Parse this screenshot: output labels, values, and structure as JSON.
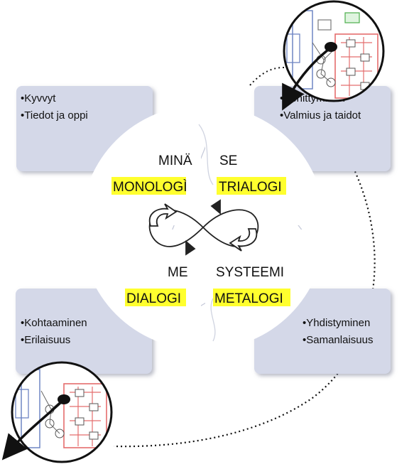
{
  "colors": {
    "box_fill": "#d4d8e8",
    "box_shadow": "#b9bdd0",
    "highlight": "#ffff2e",
    "circle_fill": "#ffffff",
    "arrow": "#111111",
    "ink": "#111111"
  },
  "boxes": {
    "top_left": {
      "bullets": [
        "•Kyvvyt",
        "•Tiedot ja oppi"
      ]
    },
    "top_right": {
      "bullets": [
        "•Kehittyminen",
        "•Valmius ja taidot"
      ]
    },
    "bottom_left": {
      "bullets": [
        "•Kohtaaminen",
        "•Erilaisuus"
      ]
    },
    "bottom_right": {
      "bullets": [
        "•Yhdistyminen",
        "•Samanlaisuus"
      ]
    }
  },
  "quadrants": {
    "top_left": {
      "label": "MINÄ",
      "dialogue": "MONOLOGÌ"
    },
    "top_right": {
      "label": "SE",
      "dialogue": "TRIALOGI"
    },
    "bottom_left": {
      "label": "ME",
      "dialogue": "DIALOGI"
    },
    "bottom_right": {
      "label": "SYSTEEMI",
      "dialogue": "METALOGI"
    }
  },
  "icons": {
    "center": "infinity-loop-arrows-icon",
    "top_right": "network-lens-icon",
    "bottom_left": "network-lens-icon"
  }
}
